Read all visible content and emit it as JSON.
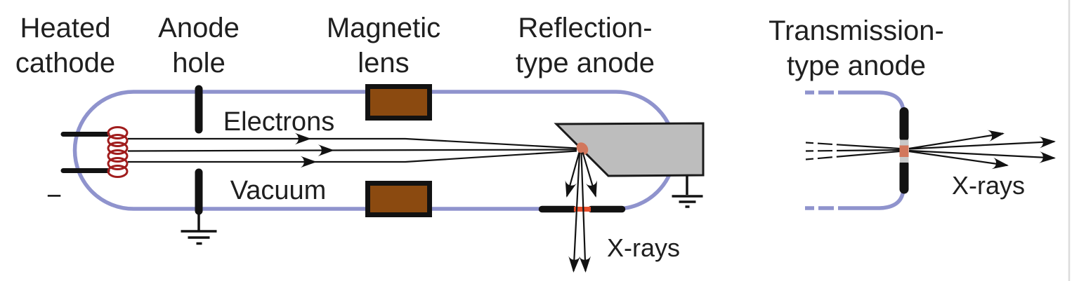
{
  "colors": {
    "tube": "#8f93cd",
    "ink": "#121212",
    "label": "#1f1f1f",
    "coil": "#a01d1d",
    "lens": "#8b4a10",
    "anode": "#bdbdbd",
    "spot": "#d2775c",
    "window": "#e74e2b",
    "backing": "#c8c8c8",
    "edge": "#dcdcdc"
  },
  "labels": {
    "heated_cathode": {
      "l1": "Heated",
      "l2": "cathode"
    },
    "anode_hole": {
      "l1": "Anode",
      "l2": "hole"
    },
    "magnetic_lens": {
      "l1": "Magnetic",
      "l2": "lens"
    },
    "reflection_anode": {
      "l1": "Reflection-",
      "l2": "type anode"
    },
    "transmission_anode": {
      "l1": "Transmission-",
      "l2": "type anode"
    },
    "electrons": "Electrons",
    "vacuum": "Vacuum",
    "xrays_left": "X-rays",
    "xrays_right": "X-rays",
    "cathode_minus": "−"
  }
}
